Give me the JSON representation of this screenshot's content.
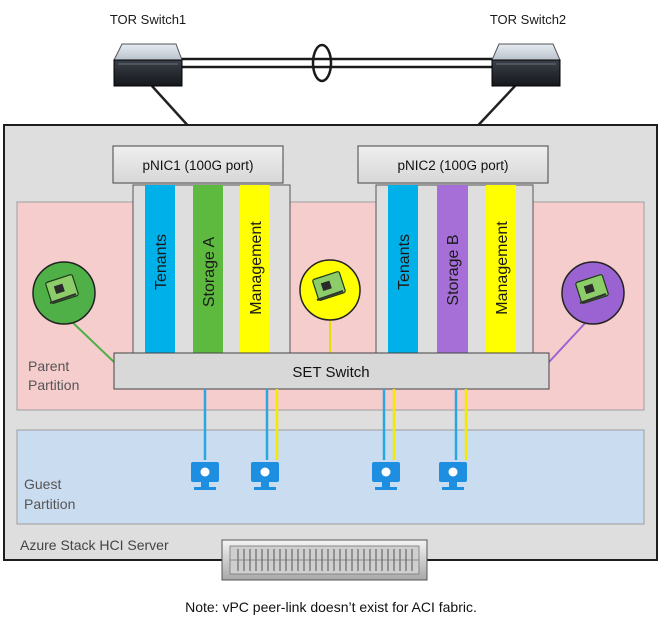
{
  "switches": {
    "tor1": "TOR Switch1",
    "tor2": "TOR Switch2"
  },
  "pnics": {
    "pnic1": "pNIC1 (100G port)",
    "pnic2": "pNIC2 (100G port)"
  },
  "networks": {
    "nic1": [
      {
        "label": "Tenants",
        "color": "#00b0e8"
      },
      {
        "label": "Storage A",
        "color": "#5dba3f"
      },
      {
        "label": "Management",
        "color": "#ffff00"
      }
    ],
    "nic2": [
      {
        "label": "Tenants",
        "color": "#00b0e8"
      },
      {
        "label": "Storage B",
        "color": "#a66fd8"
      },
      {
        "label": "Management",
        "color": "#ffff00"
      }
    ]
  },
  "set_switch": "SET Switch",
  "partitions": {
    "parent_line1": "Parent",
    "parent_line2": "Partition",
    "guest_line1": "Guest",
    "guest_line2": "Partition"
  },
  "server": "Azure Stack HCI Server",
  "note": "Note: vPC peer-link doesn’t exist for ACI fabric.",
  "colors": {
    "server_bg": "#dedede",
    "parent_bg": "#f5cdcd",
    "guest_bg": "#cadcf0",
    "nic_green": "#4fb048",
    "nic_yellow": "#ffff00",
    "nic_purple": "#9b63d2",
    "vm_blue": "#1e8fe0",
    "line_blue": "#2aa7e0",
    "line_yellow": "#f2ea00"
  }
}
